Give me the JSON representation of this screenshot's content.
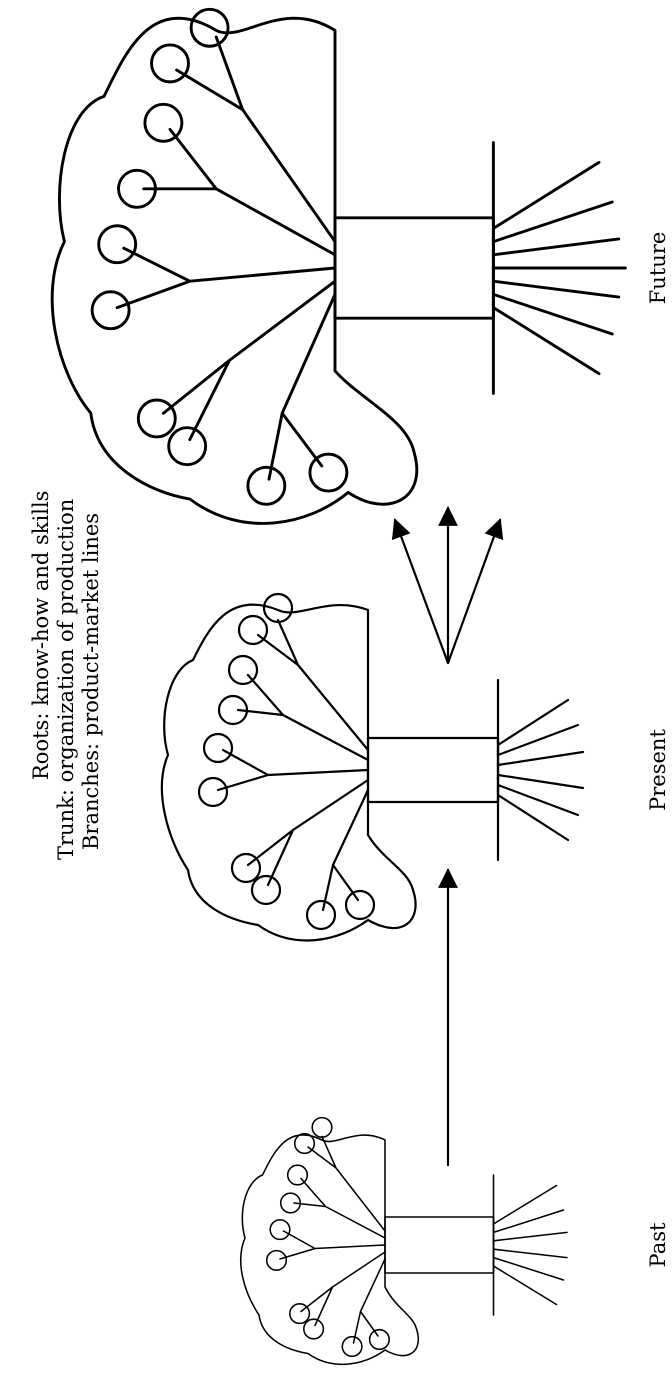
{
  "legend": {
    "roots": "Roots: know-how and skills",
    "trunk": "Trunk: organization of production",
    "branches": "Branches: product-market lines"
  },
  "stages": [
    {
      "label": "Past"
    },
    {
      "label": "Present"
    },
    {
      "label": "Future"
    }
  ]
}
